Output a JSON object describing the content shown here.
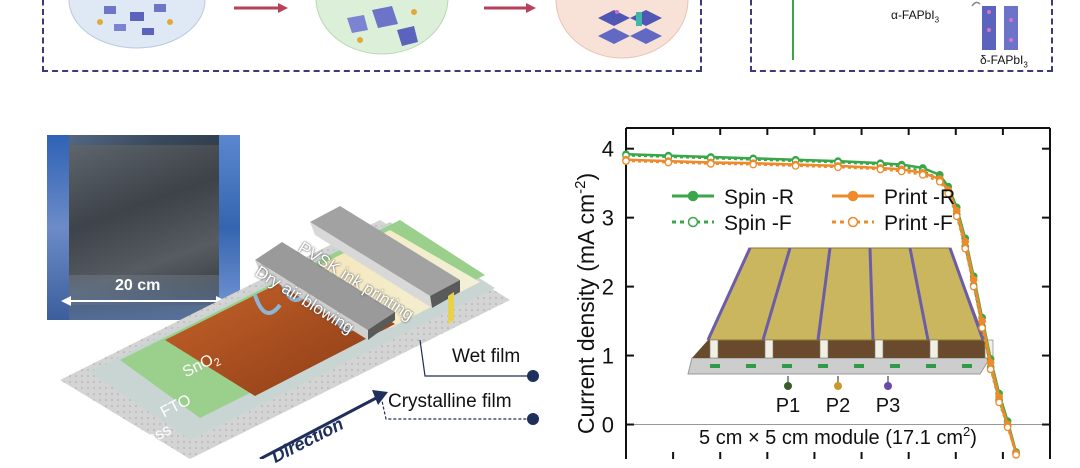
{
  "top_right": {
    "alpha_label": "α-FAPbI",
    "alpha_sub": "3",
    "delta_label": "δ-FAPbI",
    "delta_sub": "3"
  },
  "photo": {
    "scale_label": "20 cm"
  },
  "schematic": {
    "ink_printer_label": "PVSK ink printing",
    "air_blower_label": "Dry air blowing",
    "wet_film_label": "Wet film",
    "crystalline_film_label": "Crystalline film",
    "sno2_label": "SnO",
    "sno2_sub": "2",
    "fto_label": "FTO",
    "glass_label": "Glass",
    "direction_label": "Direction"
  },
  "chart_data": {
    "type": "line",
    "ylabel": "Current density (mA cm",
    "ylabel_sup": "-2",
    "ylabel_close": ")",
    "yticks": [
      0,
      1,
      2,
      3,
      4
    ],
    "ylim": [
      -0.5,
      4.3
    ],
    "xlim": [
      0,
      1
    ],
    "legend_placement": "top-left",
    "annotation": "5 cm × 5 cm module (17.1 cm",
    "annotation_sup": "2",
    "annotation_close": ")",
    "inset_labels": [
      "P1",
      "P2",
      "P3"
    ],
    "series": [
      {
        "name": "Spin -R",
        "color": "#3aa64a",
        "style": "solid-filled",
        "x": [
          0.0,
          0.1,
          0.2,
          0.3,
          0.4,
          0.5,
          0.6,
          0.65,
          0.7,
          0.74,
          0.76,
          0.78,
          0.8,
          0.82,
          0.84,
          0.86,
          0.88,
          0.9,
          0.92
        ],
        "y": [
          3.92,
          3.9,
          3.88,
          3.86,
          3.84,
          3.82,
          3.79,
          3.77,
          3.72,
          3.62,
          3.45,
          3.15,
          2.7,
          2.15,
          1.55,
          0.95,
          0.45,
          0.05,
          -0.4
        ]
      },
      {
        "name": "Spin -F",
        "color": "#3aa64a",
        "style": "dotted-open",
        "x": [
          0.0,
          0.1,
          0.2,
          0.3,
          0.4,
          0.5,
          0.6,
          0.65,
          0.7,
          0.74,
          0.76,
          0.78,
          0.8,
          0.82,
          0.84,
          0.86,
          0.88,
          0.9,
          0.92
        ],
        "y": [
          3.9,
          3.88,
          3.86,
          3.84,
          3.82,
          3.8,
          3.77,
          3.74,
          3.68,
          3.56,
          3.38,
          3.05,
          2.58,
          2.02,
          1.42,
          0.83,
          0.35,
          -0.02,
          -0.42
        ]
      },
      {
        "name": "Print -R",
        "color": "#ee8a2a",
        "style": "solid-filled",
        "x": [
          0.0,
          0.1,
          0.2,
          0.3,
          0.4,
          0.5,
          0.6,
          0.65,
          0.7,
          0.74,
          0.76,
          0.78,
          0.8,
          0.82,
          0.84,
          0.86,
          0.88,
          0.9,
          0.92
        ],
        "y": [
          3.84,
          3.82,
          3.8,
          3.79,
          3.77,
          3.75,
          3.72,
          3.7,
          3.65,
          3.56,
          3.4,
          3.1,
          2.65,
          2.1,
          1.5,
          0.9,
          0.4,
          0.0,
          -0.42
        ]
      },
      {
        "name": "Print -F",
        "color": "#ee8a2a",
        "style": "dotted-open",
        "x": [
          0.0,
          0.1,
          0.2,
          0.3,
          0.4,
          0.5,
          0.6,
          0.65,
          0.7,
          0.74,
          0.76,
          0.78,
          0.8,
          0.82,
          0.84,
          0.86,
          0.88,
          0.9,
          0.92
        ],
        "y": [
          3.82,
          3.8,
          3.78,
          3.77,
          3.75,
          3.73,
          3.7,
          3.67,
          3.62,
          3.52,
          3.35,
          3.02,
          2.55,
          2.0,
          1.4,
          0.8,
          0.32,
          -0.04,
          -0.44
        ]
      }
    ]
  }
}
